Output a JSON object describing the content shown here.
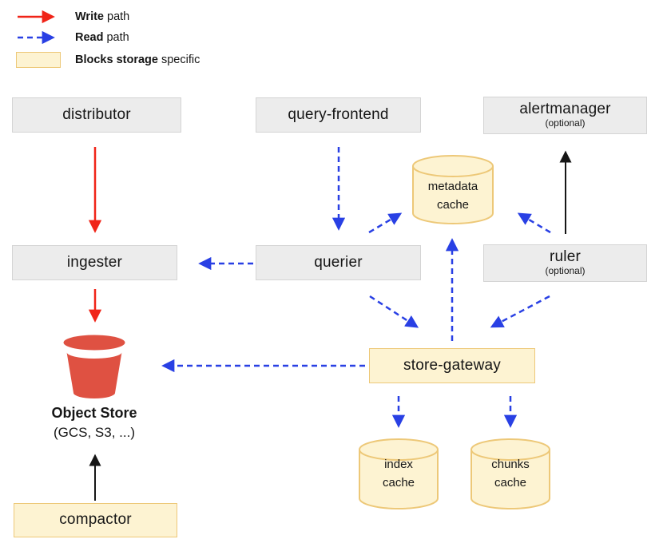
{
  "colors": {
    "write": "#f02418",
    "read": "#2940e4",
    "neutral": "#161616",
    "gray_fill": "#ececec",
    "gray_border": "#d4d4d4",
    "yellow_fill": "#fdf3d2",
    "yellow_border": "#edc878",
    "bucket_red": "#df5142"
  },
  "legend": {
    "items": [
      {
        "swatch": "write-arrow",
        "bold": "Write",
        "rest": " path"
      },
      {
        "swatch": "read-arrow",
        "bold": "Read",
        "rest": " path"
      },
      {
        "swatch": "blocks-box",
        "bold": "Blocks storage",
        "rest": " specific"
      }
    ]
  },
  "nodes": {
    "distributor": {
      "label": "distributor"
    },
    "query_frontend": {
      "label": "query-frontend"
    },
    "alertmanager": {
      "label": "alertmanager",
      "sublabel": "(optional)"
    },
    "ingester": {
      "label": "ingester"
    },
    "querier": {
      "label": "querier"
    },
    "ruler": {
      "label": "ruler",
      "sublabel": "(optional)"
    },
    "store_gateway": {
      "label": "store-gateway"
    },
    "compactor": {
      "label": "compactor"
    }
  },
  "caches": {
    "metadata": {
      "line1": "metadata",
      "line2": "cache"
    },
    "index": {
      "line1": "index",
      "line2": "cache"
    },
    "chunks": {
      "line1": "chunks",
      "line2": "cache"
    }
  },
  "object_store": {
    "title": "Object Store",
    "subtitle": "(GCS, S3, ...)"
  },
  "edges": [
    {
      "from": "distributor",
      "to": "ingester",
      "path": "write"
    },
    {
      "from": "ingester",
      "to": "object-store",
      "path": "write"
    },
    {
      "from": "query-frontend",
      "to": "querier",
      "path": "read"
    },
    {
      "from": "querier",
      "to": "ingester",
      "path": "read"
    },
    {
      "from": "querier",
      "to": "metadata-cache",
      "path": "read"
    },
    {
      "from": "querier",
      "to": "store-gateway",
      "path": "read"
    },
    {
      "from": "ruler",
      "to": "metadata-cache",
      "path": "read"
    },
    {
      "from": "ruler",
      "to": "store-gateway",
      "path": "read"
    },
    {
      "from": "ruler",
      "to": "alertmanager",
      "path": "other"
    },
    {
      "from": "store-gateway",
      "to": "metadata-cache",
      "path": "read"
    },
    {
      "from": "store-gateway",
      "to": "object-store",
      "path": "read"
    },
    {
      "from": "store-gateway",
      "to": "index-cache",
      "path": "read"
    },
    {
      "from": "store-gateway",
      "to": "chunks-cache",
      "path": "read"
    },
    {
      "from": "compactor",
      "to": "object-store",
      "path": "other"
    }
  ]
}
